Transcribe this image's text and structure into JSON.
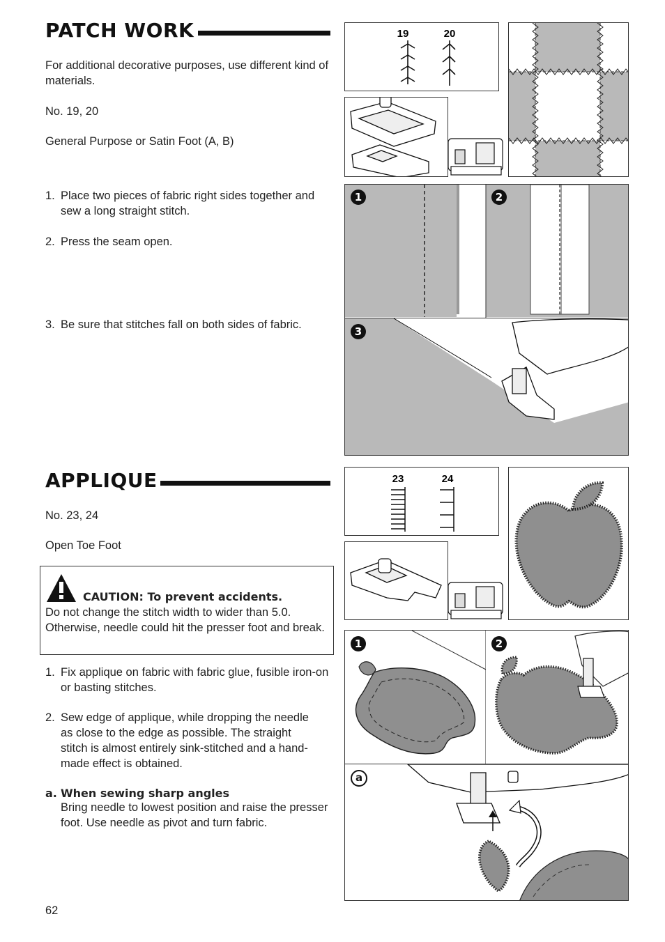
{
  "patchwork": {
    "title": "PATCH WORK",
    "intro": "For additional decorative purposes, use different kind of materials.",
    "pattern_numbers": "No. 19, 20",
    "foot": "General Purpose or Satin Foot (A, B)",
    "steps": [
      {
        "num": "1.",
        "text": "Place two pieces of fabric right sides together and sew a long straight stitch."
      },
      {
        "num": "2.",
        "text": "Press the seam open."
      },
      {
        "num": "3.",
        "text": "Be sure that stitches fall on both sides of fabric."
      }
    ],
    "figure": {
      "stitch_labels": [
        "19",
        "20"
      ],
      "badges": [
        "1",
        "2",
        "3"
      ]
    }
  },
  "applique": {
    "title": "APPLIQUE",
    "pattern_numbers": "No. 23, 24",
    "foot": "Open Toe Foot",
    "caution": {
      "title": "CAUTION: To prevent accidents.",
      "text": "Do not change the stitch width to wider than 5.0. Otherwise, needle could hit  the presser foot and break."
    },
    "steps": [
      {
        "num": "1.",
        "text": "Fix applique on fabric with fabric glue, fusible iron-on or basting stitches."
      },
      {
        "num": "2.",
        "text": "Sew edge of applique, while dropping the needle as close to the edge as possible. The straight stitch is almost entirely sink-stitched and a hand-made effect is obtained."
      }
    ],
    "sharp_angles": {
      "label": "a.",
      "title": "When sewing sharp angles",
      "text": "Bring needle to lowest position and raise the presser foot. Use needle as pivot and turn fabric."
    },
    "figure": {
      "stitch_labels": [
        "23",
        "24"
      ],
      "badges": [
        "1",
        "2",
        "a"
      ]
    }
  },
  "page_number": "62",
  "colors": {
    "fabric_gray": "#b9b9b9",
    "applique_gray": "#8f8f8f",
    "ink": "#111111"
  }
}
